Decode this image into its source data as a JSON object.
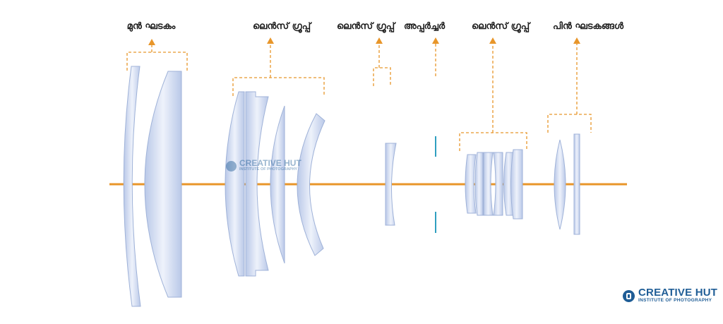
{
  "labels": {
    "front_element": "മുൻ ഘടകം",
    "lens_group_1": "ലെൻസ് ഗ്രൂപ്പ്",
    "lens_group_2": "ലെൻസ് ഗ്രൂപ്പ്",
    "aperture": "അപ്പർച്ചർ",
    "lens_group_3": "ലെൻസ് ഗ്രൂപ്പ്",
    "rear_elements": "പിൻ ഘടകങ്ങൾ"
  },
  "watermark": {
    "line1": "CREATIVE HUT",
    "line2": "INSTITUTE OF PHOTOGRAPHY"
  },
  "logo": {
    "line1": "CREATIVE HUT",
    "line2": "INSTITUTE OF PHOTOGRAPHY"
  },
  "colors": {
    "optical_axis": "#e8962a",
    "bracket": "#e8962a",
    "lens_fill": "#c9d6ee",
    "lens_stroke": "#9fb2d8",
    "aperture": "#2f9fc0",
    "brand": "#1f5d96"
  }
}
